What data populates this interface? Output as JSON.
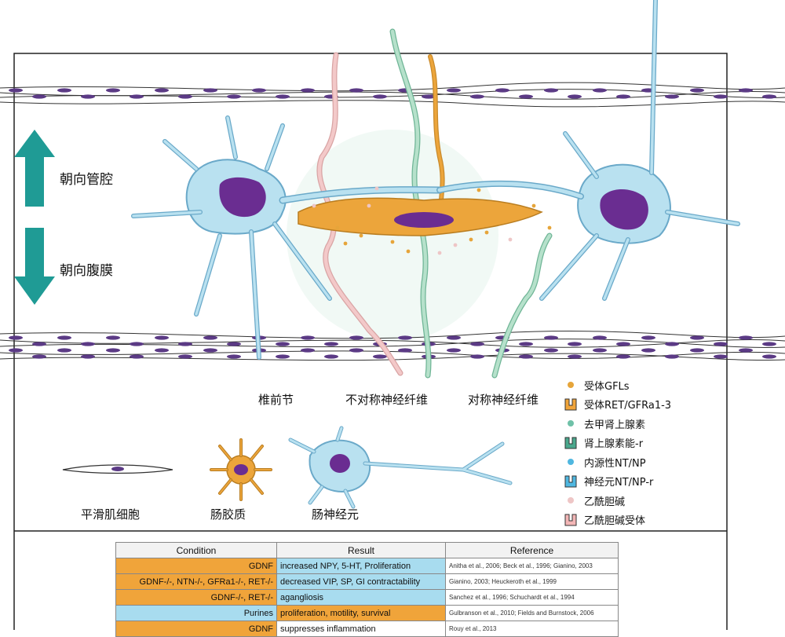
{
  "labels": {
    "toward_lumen": "朝向管腔",
    "toward_serosa": "朝向腹膜",
    "prevertebral": "椎前节",
    "asymmetric": "不对称神经纤维",
    "symmetric": "对称神经纤维",
    "smooth_muscle": "平滑肌细胞",
    "glia": "肠胶质",
    "neuron": "肠神经元"
  },
  "legend": [
    {
      "icon": "orange-dot-icon",
      "label": "受体GFLs",
      "color": "#e6a53a"
    },
    {
      "icon": "orange-receptor-icon",
      "label": "受体RET/GFRa1-3",
      "color": "#f0a43a"
    },
    {
      "icon": "teal-dot-icon",
      "label": "去甲肾上腺素",
      "color": "#6fc1a8"
    },
    {
      "icon": "teal-receptor-icon",
      "label": "肾上腺素能-r",
      "color": "#4aa88d"
    },
    {
      "icon": "blue-dot-icon",
      "label": "内源性NT/NP",
      "color": "#4fb7e0"
    },
    {
      "icon": "blue-receptor-icon",
      "label": "神经元NT/NP-r",
      "color": "#4fb7e0"
    },
    {
      "icon": "pink-dot-icon",
      "label": "乙酰胆碱",
      "color": "#eec6c6"
    },
    {
      "icon": "pink-receptor-icon",
      "label": "乙酰胆碱受体",
      "color": "#f3b6b6"
    }
  ],
  "table": {
    "headers": [
      "Condition",
      "Result",
      "Reference"
    ],
    "rows": [
      {
        "condition": "GDNF",
        "result": "increased NPY, 5-HT, Proliferation",
        "reference": "Anitha et al., 2006; Beck et al., 1996; Gianino, 2003",
        "cond_bg": "orange",
        "res_bg": "blue"
      },
      {
        "condition": "GDNF-/-, NTN-/-, GFRa1-/-, RET-/-",
        "result": "decreased VIP, SP, GI contractability",
        "reference": "Gianino, 2003; Heuckeroth et al., 1999",
        "cond_bg": "orange",
        "res_bg": "blue"
      },
      {
        "condition": "GDNF-/-, RET-/-",
        "result": "agangliosis",
        "reference": "Sanchez et al., 1996; Schuchardt et al., 1994",
        "cond_bg": "orange",
        "res_bg": "blue"
      },
      {
        "condition": "Purines",
        "result": "proliferation, motility, survival",
        "reference": "Gulbranson et al., 2010; Fields and Burnstock, 2006",
        "cond_bg": "blue",
        "res_bg": "orange"
      },
      {
        "condition": "GDNF",
        "result": "suppresses inflammation",
        "reference": "Rouy et al., 2013",
        "cond_bg": "orange",
        "res_bg": "white"
      }
    ]
  },
  "colors": {
    "cell_blue": "#b9e1f0",
    "nucleus": "#6a2d91",
    "glia_orange": "#eca53b",
    "pink_fiber": "#f3c9c9",
    "green_fiber": "#9ed3b8",
    "arrow_teal": "#1f9b95",
    "muscle_purple": "#5b3a85"
  }
}
